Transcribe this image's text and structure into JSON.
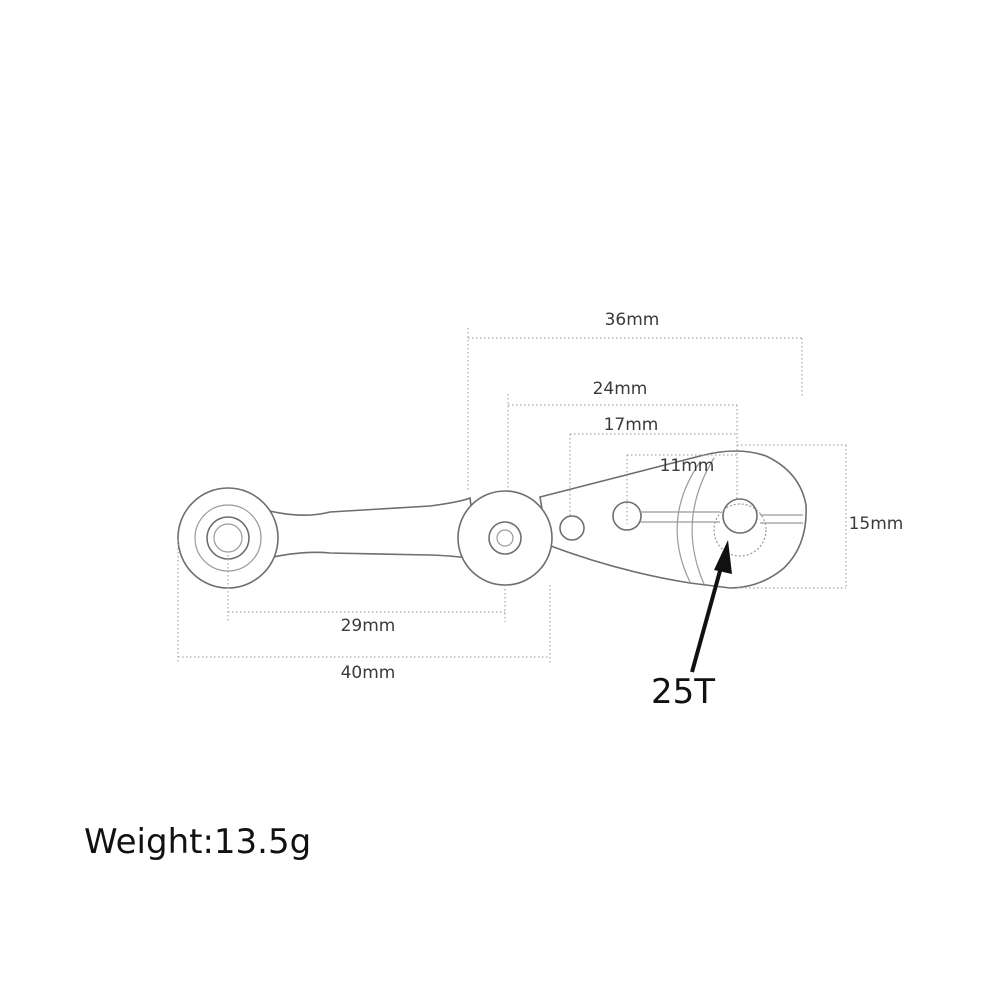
{
  "dimensions": {
    "overall_length": "40mm",
    "ball_to_bolt": "29mm",
    "bolt_to_end": "36mm",
    "to_spline": "24mm",
    "hole_to_spline": "17mm",
    "slot_to_spline": "11mm",
    "horn_height": "15mm"
  },
  "spline_callout": "25T",
  "weight": "Weight:13.5g",
  "colors": {
    "outline": "#6e6e6e",
    "dimension_line": "#a8a8a8",
    "text": "#111111"
  }
}
